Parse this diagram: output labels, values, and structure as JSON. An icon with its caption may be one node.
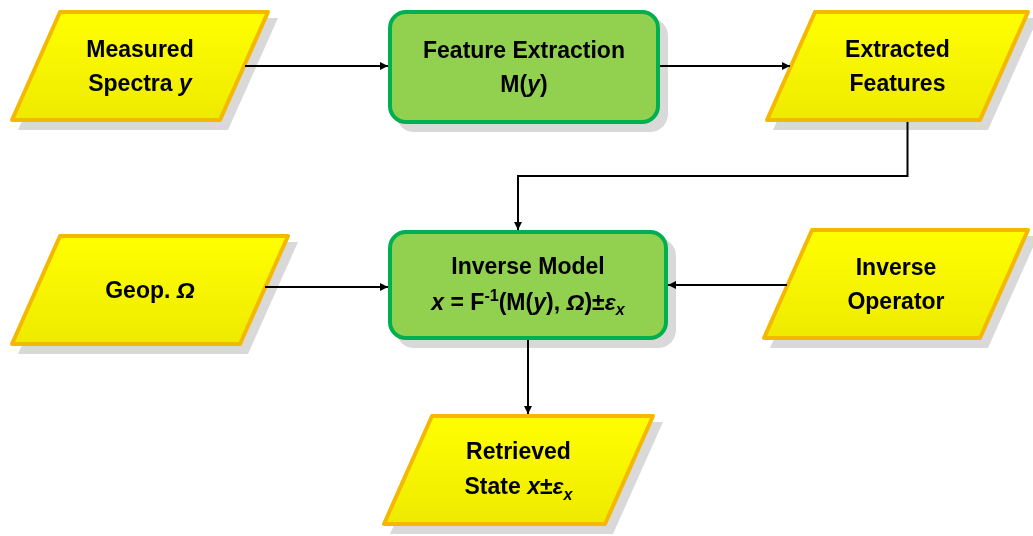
{
  "diagram": {
    "nodes": [
      {
        "text": [
          "Measured Spectra *y*"
        ]
      },
      {
        "text": [
          "Feature Extraction M(*y*)"
        ]
      },
      {
        "text": [
          "Extracted Features"
        ]
      },
      {
        "text": [
          "Geop. *Ω*"
        ]
      },
      {
        "text": [
          "Inverse Model",
          "*x* = F$^{-1}$(M(*y*), *Ω*)±*ε*$_{x}$"
        ]
      },
      {
        "text": [
          "Inverse Operator"
        ]
      },
      {
        "text": [
          "Retrieved State *x*±*ε*$_{x}$"
        ]
      }
    ],
    "edges": [
      {
        "from": 0,
        "to": 1,
        "arrow": "to"
      },
      {
        "from": 1,
        "to": 2,
        "arrow": "to"
      },
      {
        "from": 2,
        "to": 4,
        "arrow": "to"
      },
      {
        "from": 3,
        "to": 4,
        "arrow": "to"
      },
      {
        "from": 5,
        "to": 4,
        "arrow": "to"
      },
      {
        "from": 4,
        "to": 6,
        "arrow": "to"
      }
    ]
  }
}
